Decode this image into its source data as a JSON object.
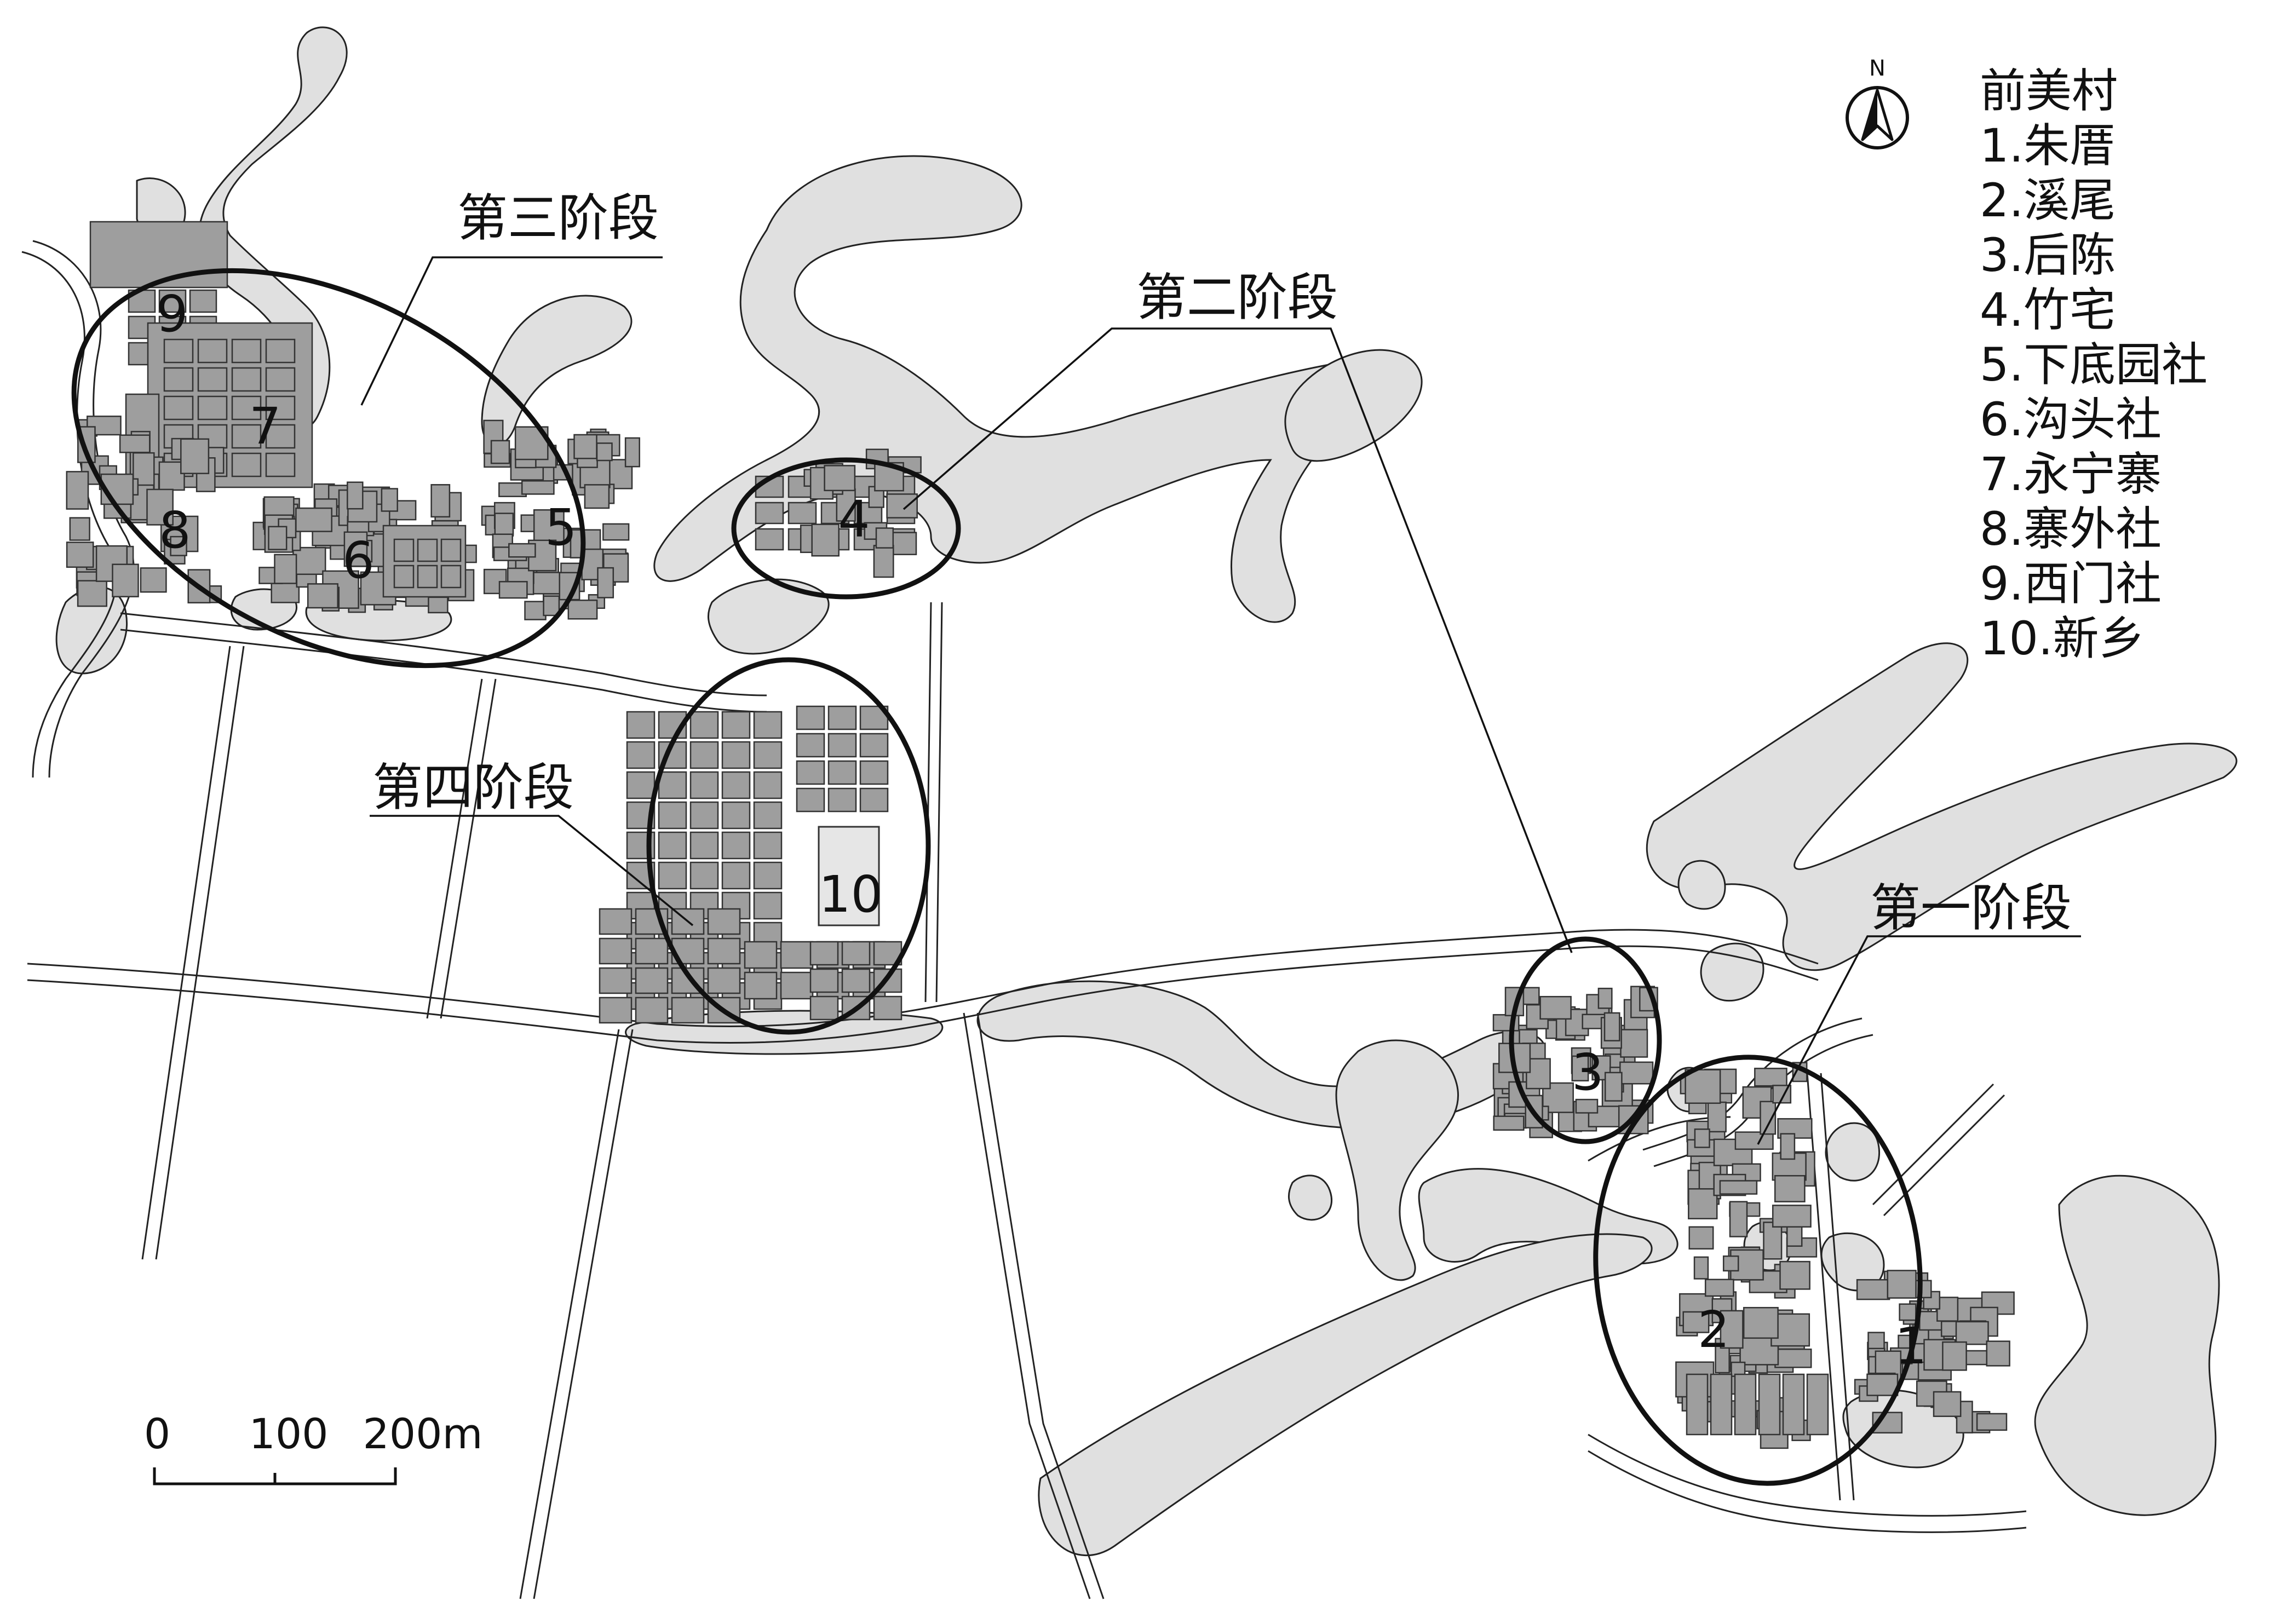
{
  "map": {
    "stages": [
      {
        "id": "stage-1",
        "label": "第一阶段"
      },
      {
        "id": "stage-2",
        "label": "第二阶段"
      },
      {
        "id": "stage-3",
        "label": "第三阶段"
      },
      {
        "id": "stage-4",
        "label": "第四阶段"
      }
    ],
    "clusters": [
      "1",
      "2",
      "3",
      "4",
      "5",
      "6",
      "7",
      "8",
      "9",
      "10"
    ],
    "legend": {
      "title": "前美村",
      "items": [
        "1.朱厝",
        "2.溪尾",
        "3.后陈",
        "4.竹宅",
        "5.下底园社",
        "6.沟头社",
        "7.永宁寨",
        "8.寨外社",
        "9.西门社",
        "10.新乡"
      ]
    },
    "north_arrow": {
      "label": "N"
    },
    "scale_bar": {
      "ticks": [
        "0",
        "100",
        "200m"
      ]
    },
    "colors": {
      "water": "#e0e0e0",
      "building": "#9e9e9e",
      "line": "#111111"
    }
  }
}
